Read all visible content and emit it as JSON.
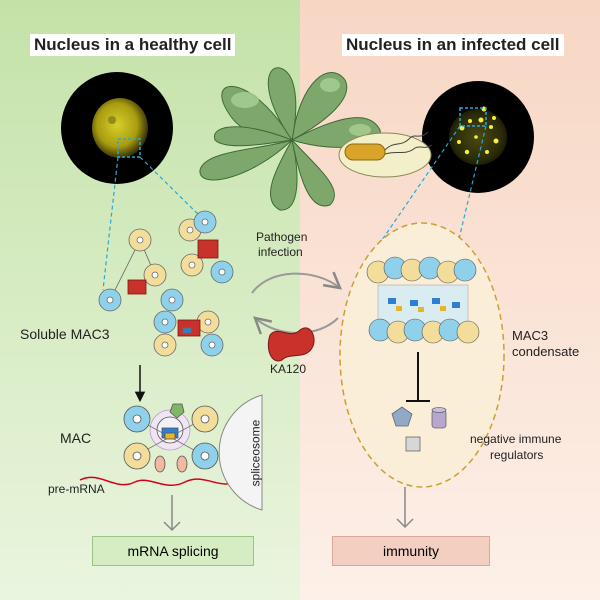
{
  "panels": {
    "left_title": "Nucleus in a healthy cell",
    "right_title": "Nucleus in an infected cell"
  },
  "labels": {
    "pathogen_line1": "Pathogen",
    "pathogen_line2": "infection",
    "soluble": "Soluble MAC3",
    "ka120": "KA120",
    "condensate_line1": "MAC3",
    "condensate_line2": "condensate",
    "mac": "MAC",
    "pre_mrna": "pre-mRNA",
    "spliceosome": "spliceosome",
    "neg_line1": "negative immune",
    "neg_line2": "regulators"
  },
  "outcomes": {
    "left": "mRNA splicing",
    "right": "immunity"
  },
  "colors": {
    "left_bg": "#cfe8b8",
    "right_bg": "#f9e0d3",
    "ring_blue": "#8fd0ea",
    "ring_yellow": "#f3dd9a",
    "protein_red": "#c8322a",
    "leaf_green": "#6e9a5a",
    "bacterium": "#d9a429"
  }
}
